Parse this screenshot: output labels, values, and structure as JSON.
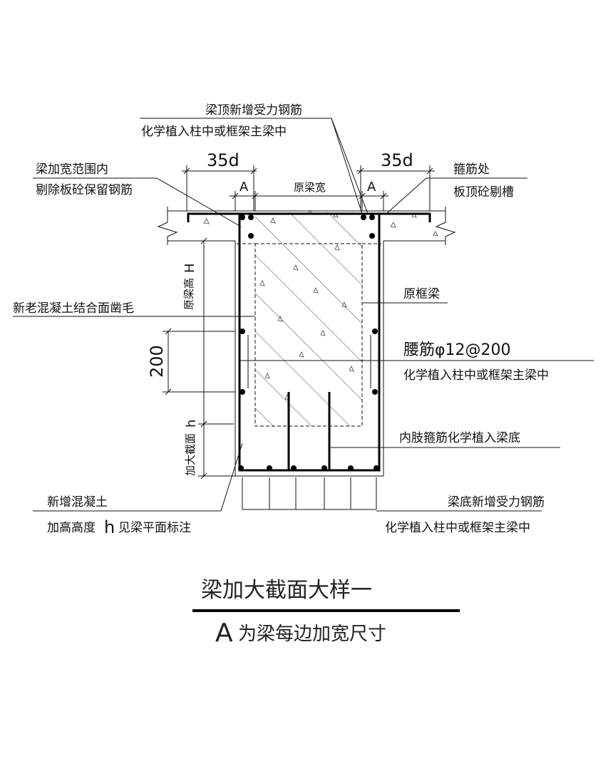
{
  "labels": {
    "top_bar_1": "梁顶新增受力钢筋",
    "top_bar_2": "化学植入柱中或框架主梁中",
    "widen_1": "梁加宽范围内",
    "widen_2": "剔除板砼保留钢筋",
    "stirrup_1": "箍筋处",
    "stirrup_2": "板顶砼剔槽",
    "orig_width": "原梁宽",
    "orig_height": "原梁高",
    "orig_height_sym": "H",
    "orig_beam": "原框梁",
    "roughen": "新老混凝土结合面凿毛",
    "waist_bar": "腰筋φ12@200",
    "waist_bar_2": "化学植入柱中或框架主梁中",
    "inner_stirrup": "内肢箍筋化学植入梁底",
    "add_height": "加大截面",
    "add_height_sym": "h",
    "new_concrete_1": "新增混凝土",
    "new_concrete_2": "加高高度",
    "new_concrete_sym": "h",
    "new_concrete_3": "见梁平面标注",
    "bottom_bar_1": "梁底新增受力钢筋",
    "bottom_bar_2": "化学植入柱中或框架主梁中"
  },
  "dimensions": {
    "anchor_left": "35d",
    "anchor_right": "35d",
    "widen_left": "A",
    "widen_right": "A",
    "spacing": "200"
  },
  "title": {
    "main": "梁加大截面大样一",
    "sub_letter": "A",
    "sub_text": "为梁每边加宽尺寸"
  }
}
